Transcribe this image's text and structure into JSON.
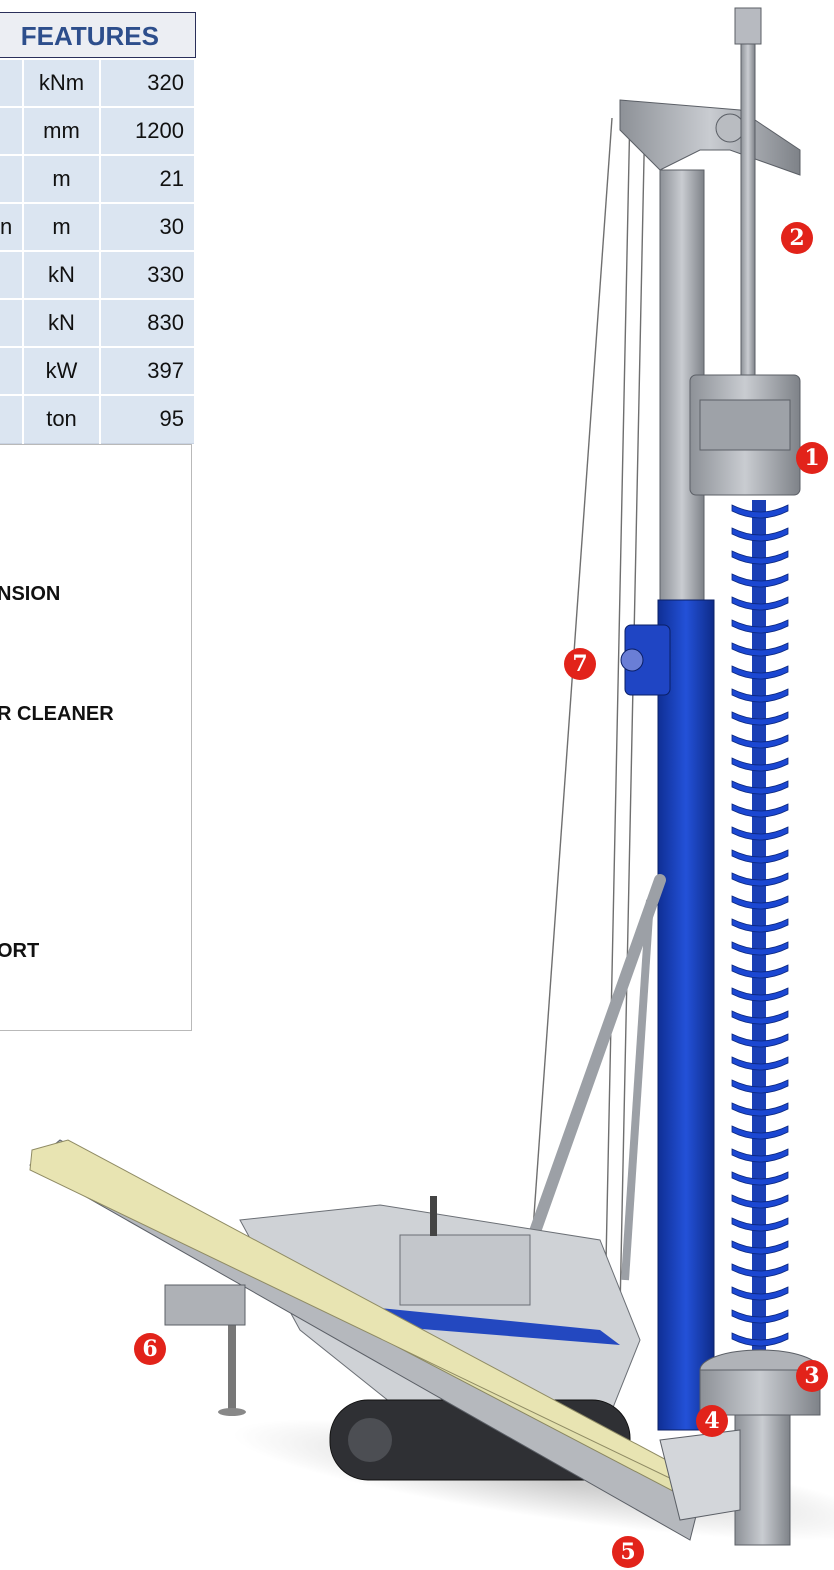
{
  "features": {
    "title_fragment": "FEATURES",
    "rows": [
      {
        "name": "",
        "unit": "kNm",
        "value": "320"
      },
      {
        "name": "",
        "unit": "mm",
        "value": "1200"
      },
      {
        "name": "",
        "unit": "m",
        "value": "21"
      },
      {
        "name": "n",
        "unit": "m",
        "value": "30"
      },
      {
        "name": "",
        "unit": "kN",
        "value": "330"
      },
      {
        "name": "",
        "unit": "kN",
        "value": "830"
      },
      {
        "name": "",
        "unit": "kW",
        "value": "397"
      },
      {
        "name": "",
        "unit": "ton",
        "value": "95"
      }
    ]
  },
  "components": {
    "items": [
      "NSION",
      "R CLEANER",
      "ORT"
    ]
  },
  "markers": [
    "1",
    "2",
    "3",
    "4",
    "5",
    "6",
    "7"
  ],
  "colors": {
    "mast_blue": "#1640b8",
    "auger_blue": "#1b47d2",
    "steel_gray": "#a3a7ad",
    "conveyor_cream": "#e3e0ad",
    "marker_red": "#e2231a",
    "header_text": "#2d4e8c",
    "table_cell": "#dbe5f1"
  }
}
